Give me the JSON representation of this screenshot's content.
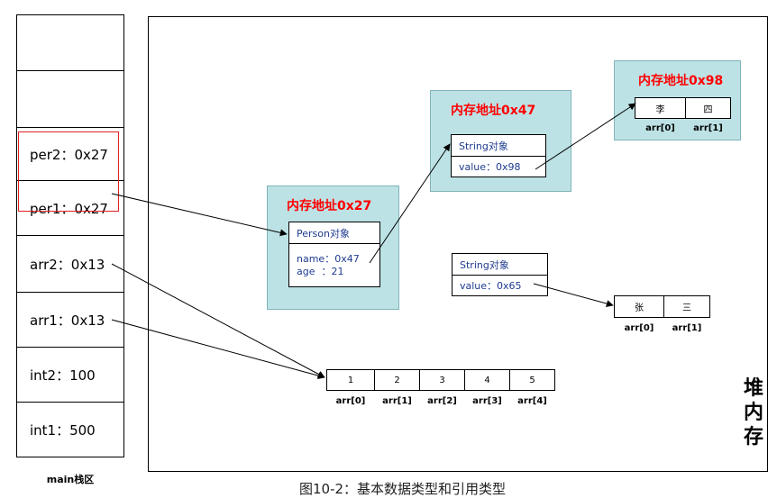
{
  "stack": {
    "cells": [
      "",
      "",
      "per2：0x27",
      "per1：0x27",
      "arr2：0x13",
      "arr1：0x13",
      "int2：100",
      "int1：500"
    ],
    "label": "main栈区"
  },
  "heap": {
    "label": [
      "堆",
      "内",
      "存"
    ]
  },
  "person_obj": {
    "address_title": "内存地址0x27",
    "header": "Person对象",
    "lines": [
      "name：0x47",
      "age  ：21"
    ]
  },
  "string_obj_47": {
    "address_title": "内存地址0x47",
    "header": "String对象",
    "value": "value：0x98"
  },
  "char_arr_98": {
    "address_title": "内存地址0x98",
    "values": [
      "李",
      "四"
    ],
    "labels": [
      "arr[0]",
      "arr[1]"
    ]
  },
  "string_obj_65": {
    "header": "String对象",
    "value": "value：0x65"
  },
  "char_arr_65": {
    "values": [
      "张",
      "三"
    ],
    "labels": [
      "arr[0]",
      "arr[1]"
    ]
  },
  "int_arr": {
    "values": [
      "1",
      "2",
      "3",
      "4",
      "5"
    ],
    "labels": [
      "arr[0]",
      "arr[1]",
      "arr[2]",
      "arr[3]",
      "arr[4]"
    ]
  },
  "caption": "图10-2：基本数据类型和引用类型",
  "colors": {
    "address_box": "#bde2e5",
    "address_title": "#ff0000",
    "object_text": "#1f3c8f",
    "highlight": "#e02020"
  }
}
